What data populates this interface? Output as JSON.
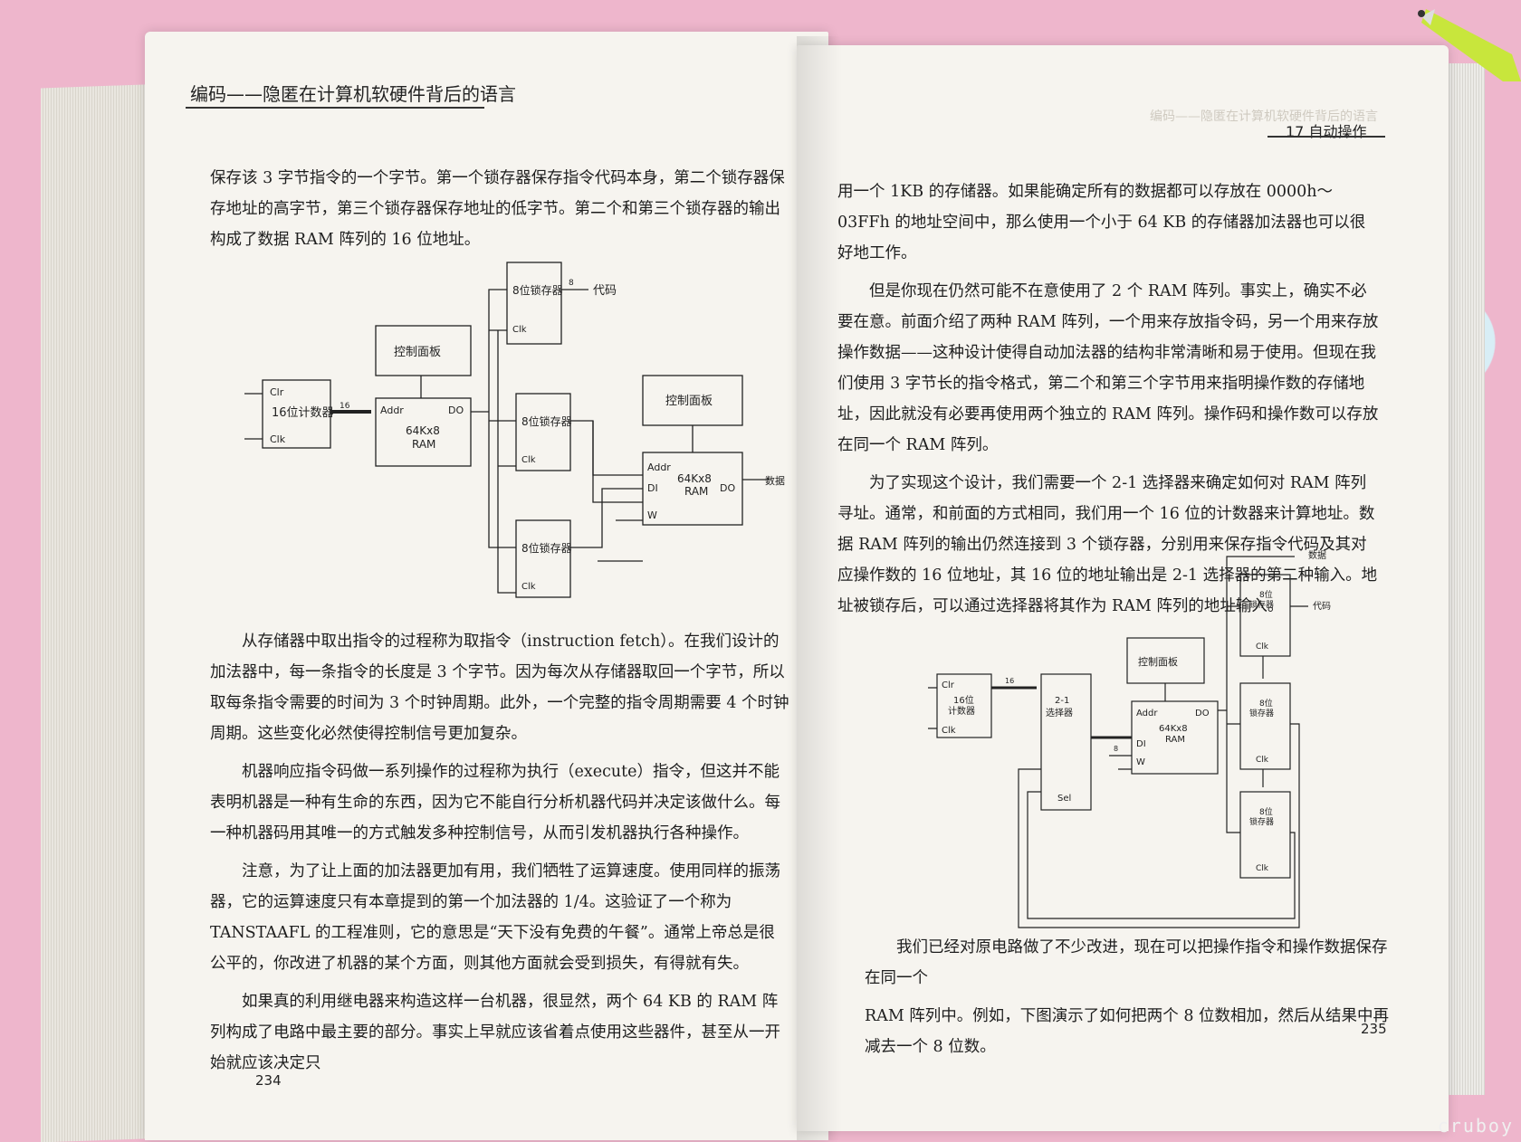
{
  "left_page": {
    "header": "编码——隐匿在计算机软硬件背后的语言",
    "page_number": "234",
    "para_top": "保存该 3 字节指令的一个字节。第一个锁存器保存指令代码本身，第二个锁存器保存地址的高字节，第三个锁存器保存地址的低字节。第二个和第三个锁存器的输出构成了数据 RAM 阵列的 16 位地址。",
    "paragraphs": [
      "从存储器中取出指令的过程称为取指令（instruction fetch）。在我们设计的加法器中，每一条指令的长度是 3 个字节。因为每次从存储器取回一个字节，所以取每条指令需要的时间为 3 个时钟周期。此外，一个完整的指令周期需要 4 个时钟周期。这些变化必然使得控制信号更加复杂。",
      "机器响应指令码做一系列操作的过程称为执行（execute）指令，但这并不能表明机器是一种有生命的东西，因为它不能自行分析机器代码并决定该做什么。每一种机器码用其唯一的方式触发多种控制信号，从而引发机器执行各种操作。",
      "注意，为了让上面的加法器更加有用，我们牺牲了运算速度。使用同样的振荡器，它的运算速度只有本章提到的第一个加法器的 1/4。这验证了一个称为 TANSTAAFL 的工程准则，它的意思是“天下没有免费的午餐”。通常上帝总是很公平的，你改进了机器的某个方面，则其他方面就会受到损失，有得就有失。",
      "如果真的利用继电器来构造这样一台机器，很显然，两个 64 KB 的 RAM 阵列构成了电路中最主要的部分。事实上早就应该省着点使用这些器件，甚至从一开始就应该决定只"
    ],
    "diagram": {
      "counter": {
        "clr": "Clr",
        "label": "16位计数器",
        "clk": "Clk"
      },
      "bus16": "16",
      "control_panel": "控制面板",
      "ram": {
        "addr": "Addr",
        "name": "64Kx8",
        "sub": "RAM",
        "do": "DO"
      },
      "bus8": "8",
      "latch_label": "8位锁存器",
      "latch_clk": "Clk",
      "code_out": "代码",
      "ram2": {
        "addr": "Addr",
        "di": "DI",
        "w": "W",
        "name": "64Kx8",
        "sub": "RAM",
        "do": "DO"
      },
      "data_out": "数据",
      "control_panel2": "控制面板"
    }
  },
  "right_page": {
    "header": "17 自动操作",
    "ghost_header": "编码——隐匿在计算机软硬件背后的语言",
    "page_number": "235",
    "para_top": "用一个 1KB 的存储器。如果能确定所有的数据都可以存放在 0000h～03FFh 的地址空间中，那么使用一个小于 64 KB 的存储器加法器也可以很好地工作。",
    "paragraphs": [
      "但是你现在仍然可能不在意使用了 2 个 RAM 阵列。事实上，确实不必要在意。前面介绍了两种 RAM 阵列，一个用来存放指令码，另一个用来存放操作数据——这种设计使得自动加法器的结构非常清晰和易于使用。但现在我们使用 3 字节长的指令格式，第二个和第三个字节用来指明操作数的存储地址，因此就没有必要再使用两个独立的 RAM 阵列。操作码和操作数可以存放在同一个 RAM 阵列。",
      "为了实现这个设计，我们需要一个 2-1 选择器来确定如何对 RAM 阵列寻址。通常，和前面的方式相同，我们用一个 16 位的计数器来计算地址。数据 RAM 阵列的输出仍然连接到 3 个锁存器，分别用来保存指令代码及其对应操作数的 16 位地址，其 16 位的地址输出是 2-1 选择器的第二种输入。地址被锁存后，可以通过选择器将其作为 RAM 阵列的地址输入。"
    ],
    "para_bottom": [
      "我们已经对原电路做了不少改进，现在可以把操作指令和操作数据保存在同一个",
      "RAM 阵列中。例如，下图演示了如何把两个 8 位数相加，然后从结果中再减去一个 8 位数。"
    ],
    "diagram": {
      "counter": {
        "clr": "Clr",
        "label1": "16位",
        "label2": "计数器",
        "clk": "Clk"
      },
      "selector": {
        "label1": "2-1",
        "label2": "选择器",
        "sel": "Sel"
      },
      "control_panel": "控制面板",
      "ram": {
        "addr": "Addr",
        "di": "DI",
        "w": "W",
        "name": "64Kx8",
        "sub": "RAM",
        "do": "DO"
      },
      "latch_label1": "8位",
      "latch_label2": "锁存器",
      "latch_clk": "Clk",
      "bus16": "16",
      "bus8": "8",
      "data_out": "数据",
      "code_out": "代码"
    }
  },
  "watermark": "cruboy"
}
